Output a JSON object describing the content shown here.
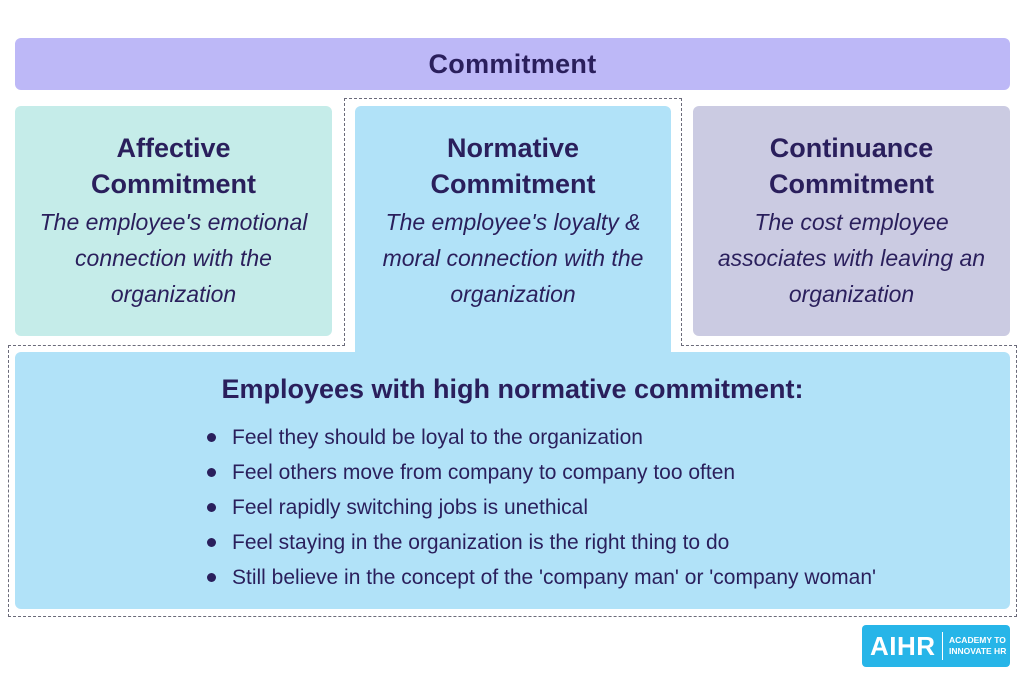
{
  "header": {
    "title": "Commitment"
  },
  "cards": [
    {
      "title": "Affective Commitment",
      "description": "The employee's emotional connection with the organization"
    },
    {
      "title": "Normative Commitment",
      "description": "The employee's loyalty & moral connection with the organization"
    },
    {
      "title": "Continuance Commitment",
      "description": "The cost employee associates with leaving an organization"
    }
  ],
  "detail": {
    "title": "Employees with high normative commitment:",
    "bullets": [
      "Feel they should be loyal to the organization",
      "Feel others move from company to company too often",
      "Feel rapidly switching jobs is unethical",
      "Feel staying in the organization is the right thing to do",
      "Still believe in the concept of the 'company man' or 'company woman'"
    ]
  },
  "logo": {
    "mark": "AIHR",
    "tagline": "ACADEMY TO INNOVATE HR"
  },
  "colors": {
    "banner": "#bdb8f7",
    "affective": "#c5ece9",
    "normative": "#b1e2f8",
    "continuance": "#cbcbe2",
    "text": "#2a1f5c",
    "logo": "#27b5e8"
  }
}
